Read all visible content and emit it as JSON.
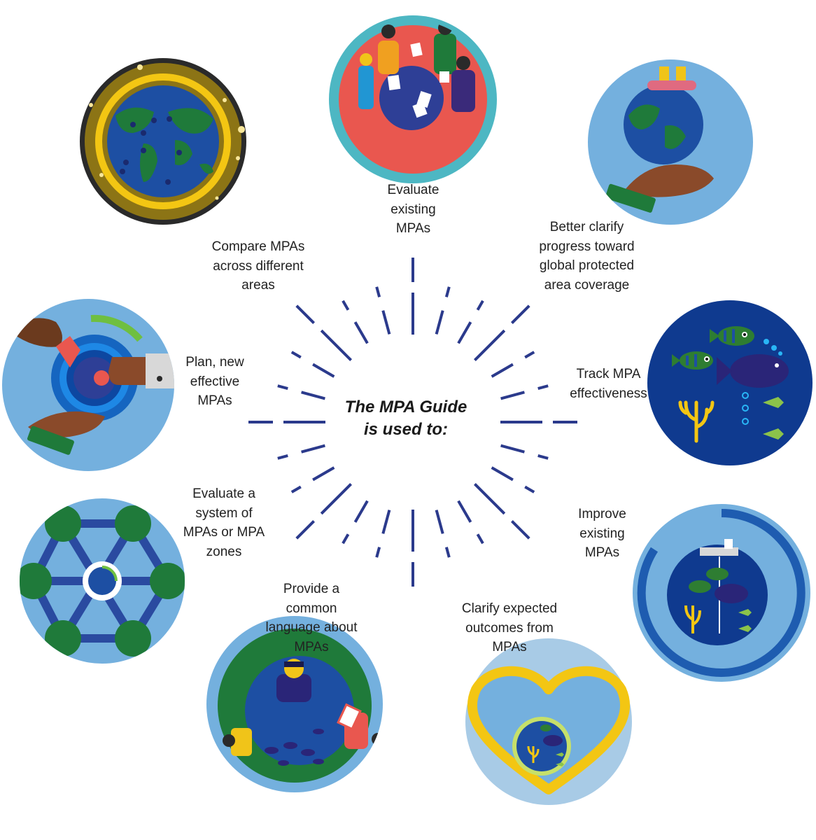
{
  "center_title": [
    "The MPA Guide",
    "is used to:"
  ],
  "uses": [
    {
      "id": "evaluate-existing",
      "lines": [
        "Evaluate",
        "existing",
        "MPAs"
      ]
    },
    {
      "id": "clarify-progress",
      "lines": [
        "Better clarify",
        "progress toward",
        "global protected",
        "area coverage"
      ]
    },
    {
      "id": "track-effectiveness",
      "lines": [
        "Track MPA",
        "effectiveness"
      ]
    },
    {
      "id": "improve-existing",
      "lines": [
        "Improve",
        "existing",
        "MPAs"
      ]
    },
    {
      "id": "clarify-outcomes",
      "lines": [
        "Clarify expected",
        "outcomes from",
        "MPAs"
      ]
    },
    {
      "id": "common-language",
      "lines": [
        "Provide a",
        "common",
        "language about",
        "MPAs"
      ]
    },
    {
      "id": "evaluate-system",
      "lines": [
        "Evaluate a",
        "system of",
        "MPAs or MPA",
        "zones"
      ]
    },
    {
      "id": "plan-new",
      "lines": [
        "Plan, new",
        "effective",
        "MPAs"
      ]
    },
    {
      "id": "compare-areas",
      "lines": [
        "Compare MPAs",
        "across different",
        "areas"
      ]
    }
  ],
  "colors": {
    "ray": "#2b3a8c",
    "ocean": "#1d4fa3",
    "deep_ocean": "#0f3a8f",
    "land": "#1f7a3a",
    "light_blue": "#74b0de",
    "teal": "#4db7c3",
    "coral": "#e9574f",
    "gold": "#8c7415",
    "yellow": "#f3c613",
    "text": "#222222"
  }
}
